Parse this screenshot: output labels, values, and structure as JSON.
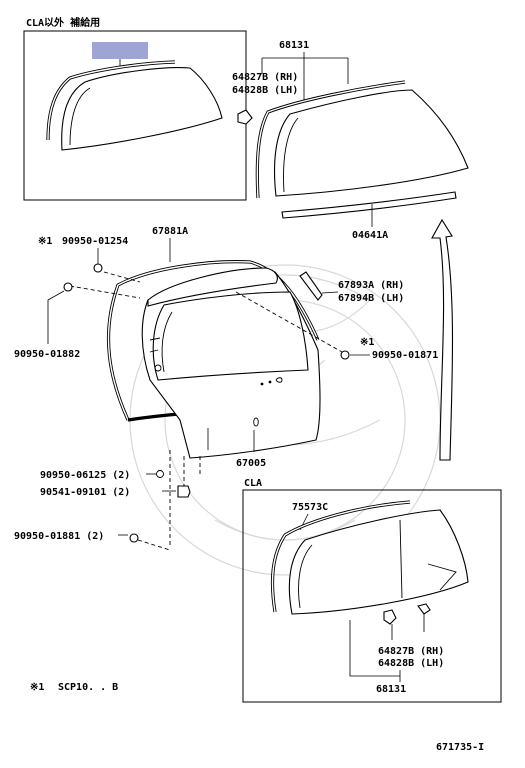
{
  "footnote_marker": "※1",
  "inset_top": {
    "title": "CLA以外 補給用"
  },
  "inset_bottom": {
    "title": "CLA"
  },
  "labels": {
    "p68131_top": "68131",
    "p64827b_top": "64827B (RH)",
    "p64828b_top": "64828B (LH)",
    "p04641a": "04641A",
    "p67881a": "67881A",
    "p90950_01254": "90950-01254",
    "p67893a": "67893A (RH)",
    "p67894b": "67894B (LH)",
    "p90950_01882": "90950-01882",
    "p90950_01871": "90950-01871",
    "p67005": "67005",
    "p90950_06125": "90950-06125 (2)",
    "p90541_09101": "90541-09101 (2)",
    "p90950_01881": "90950-01881 (2)",
    "p75573c": "75573C",
    "p64827b_bot": "64827B (RH)",
    "p64828b_bot": "64828B (LH)",
    "p68131_bot": "68131"
  },
  "footnote": {
    "text": "SCP10. . B"
  },
  "diagram_id": "671735-I",
  "colors": {
    "highlight": "#9ea4d6",
    "line": "#000000",
    "watermark": "#d8d8d8"
  }
}
